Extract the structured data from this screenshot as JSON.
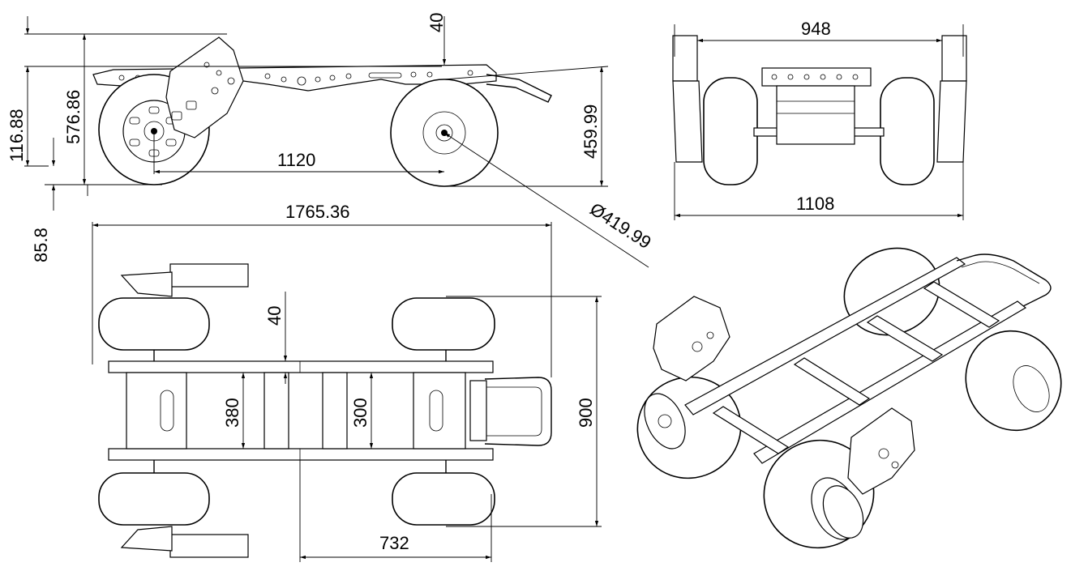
{
  "dimensions": {
    "side_top_offset": "40",
    "side_total_height": "576.86",
    "side_frame_to_top": "116.88",
    "wheelbase": "1120",
    "wheel_height": "459.99",
    "ground_clearance": "85.8",
    "wheel_diameter": "Ø419.99",
    "front_track_inner": "948",
    "front_track_outer": "1108",
    "overall_length": "1765.36",
    "top_offset": "40",
    "inner_frame_width_front": "380",
    "inner_frame_width_rear": "300",
    "overall_width": "900",
    "rear_section_length": "732"
  }
}
